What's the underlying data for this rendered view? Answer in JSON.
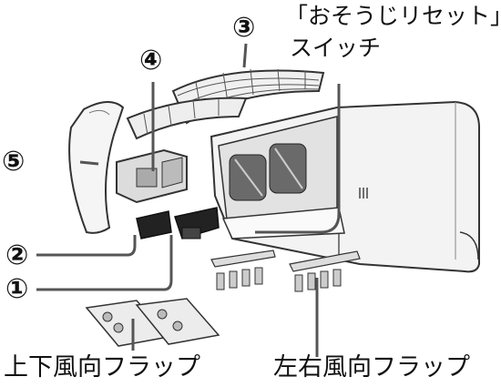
{
  "labels": {
    "part_1": "①",
    "part_2": "②",
    "part_3": "③",
    "part_4": "④",
    "part_5": "⑤",
    "reset_switch_line1": "「おそうじリセット」",
    "reset_switch_line2": "スイッチ",
    "vertical_flap": "上下風向フラップ",
    "horizontal_flap": "左右風向フラップ"
  },
  "colors": {
    "line": "#333333",
    "part_fill": "#e9e9e9",
    "dark_part": "#222222",
    "body_fill": "#f4f4f4"
  }
}
